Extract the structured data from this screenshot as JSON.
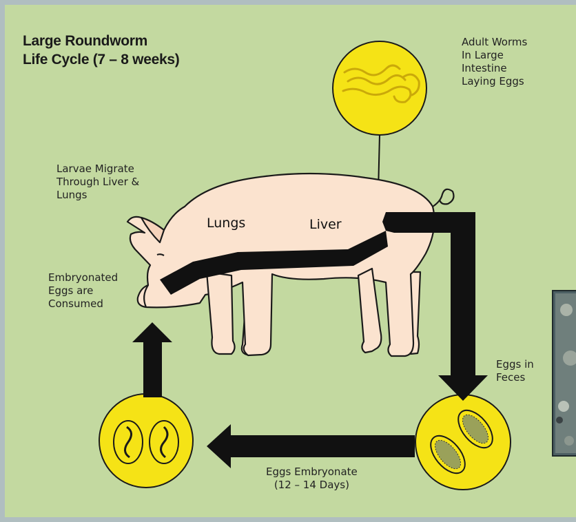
{
  "title": {
    "line1": "Large Roundworm",
    "line2": "Life Cycle (7 – 8 weeks)"
  },
  "labels": {
    "adult_worms": [
      "Adult Worms",
      "In Large",
      "Intestine",
      "Laying Eggs"
    ],
    "larvae_migrate": [
      "Larvae Migrate",
      "Through Liver &",
      "Lungs"
    ],
    "embryonated": [
      "Embryonated",
      "Eggs are",
      "Consumed"
    ],
    "eggs_in_feces": [
      "Eggs in",
      "Feces"
    ],
    "eggs_embryonate": [
      "Eggs Embryonate",
      "(12 – 14 Days)"
    ],
    "lungs": "Lungs",
    "liver": "Liver"
  },
  "colors": {
    "background": "#c3d9a0",
    "circle_fill": "#f5e316",
    "pig_fill": "#fbe3cf",
    "arrow": "#111111"
  }
}
